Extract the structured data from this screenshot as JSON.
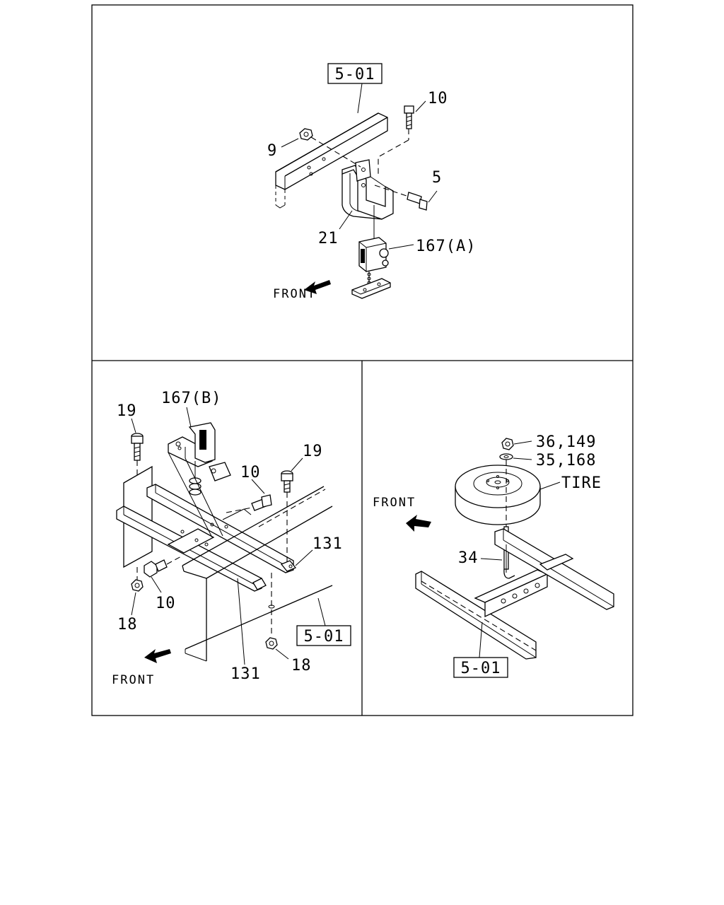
{
  "panels": {
    "top": {
      "ref_box": "5-01",
      "labels": [
        "10",
        "9",
        "5",
        "21",
        "167(A)"
      ],
      "front": "FRONT"
    },
    "bottom_left": {
      "ref_box": "5-01",
      "labels": [
        "167(B)",
        "19",
        "19",
        "10",
        "131",
        "10",
        "18",
        "131",
        "18"
      ],
      "front": "FRONT"
    },
    "bottom_right": {
      "ref_box": "5-01",
      "labels": [
        "36,149",
        "35,168",
        "TIRE",
        "34"
      ],
      "front": "FRONT"
    }
  }
}
